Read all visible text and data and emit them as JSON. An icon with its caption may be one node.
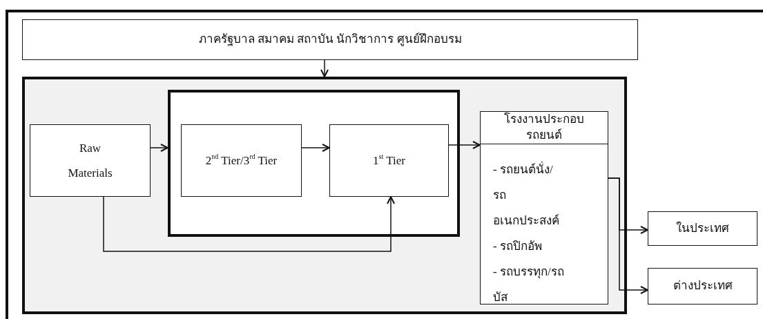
{
  "diagram": {
    "nodes": [
      {
        "text": [
          "ภาครัฐบาล สมาคม สถาบัน นักวิชาการ ศูนย์ฝึกอบรม"
        ]
      },
      {
        "text": [],
        "shape": "box"
      },
      {
        "text": [],
        "shape": "box",
        "in": 1
      },
      {
        "text": [
          "Raw Materials"
        ],
        "in": 1
      },
      {
        "text": [
          "2$^{nd}$ Tier/3$^{rd}$ Tier"
        ],
        "in": 2
      },
      {
        "text": [
          "1$^{st}$ Tier"
        ],
        "in": 2
      },
      {
        "text": [
          "โรงงานประกอบรถยนต์",
          "- รถยนต์นั่ง/รถอเนกประสงค์",
          "- รถปิกอัพ",
          "- รถบรรทุก/รถบัส"
        ],
        "in": 1
      },
      {
        "text": [
          "ในประเทศ"
        ]
      },
      {
        "text": [
          "ต่างประเทศ"
        ]
      }
    ],
    "edges": [
      {
        "from": 0,
        "to": 1,
        "arrow": "to"
      },
      {
        "from": 3,
        "to": 2,
        "arrow": "to"
      },
      {
        "from": 4,
        "to": 5,
        "arrow": "to"
      },
      {
        "from": 5,
        "to": 6,
        "arrow": "to"
      },
      {
        "from": 3,
        "to": 5,
        "arrow": "to"
      },
      {
        "from": 6,
        "to": 7,
        "arrow": "to"
      },
      {
        "from": 6,
        "to": 8,
        "arrow": "to"
      }
    ]
  }
}
